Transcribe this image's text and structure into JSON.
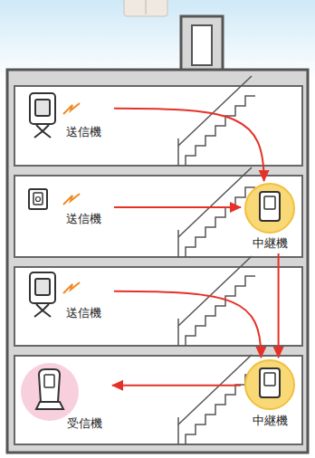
{
  "diagram": {
    "nodes": [
      {
        "text": [
          "送信機"
        ]
      },
      {
        "text": [
          "送信機"
        ]
      },
      {
        "text": [
          "中継機"
        ]
      },
      {
        "text": [
          "送信機"
        ]
      },
      {
        "text": [
          "受信機"
        ]
      },
      {
        "text": [
          "中継機"
        ]
      }
    ],
    "edges": [
      {
        "from": 0,
        "to": 2,
        "arrow": "to"
      },
      {
        "from": 1,
        "to": 2,
        "arrow": "to"
      },
      {
        "from": 2,
        "to": 5,
        "arrow": "to"
      },
      {
        "from": 3,
        "to": 5,
        "arrow": "to"
      },
      {
        "from": 5,
        "to": 4,
        "arrow": "to"
      }
    ]
  }
}
